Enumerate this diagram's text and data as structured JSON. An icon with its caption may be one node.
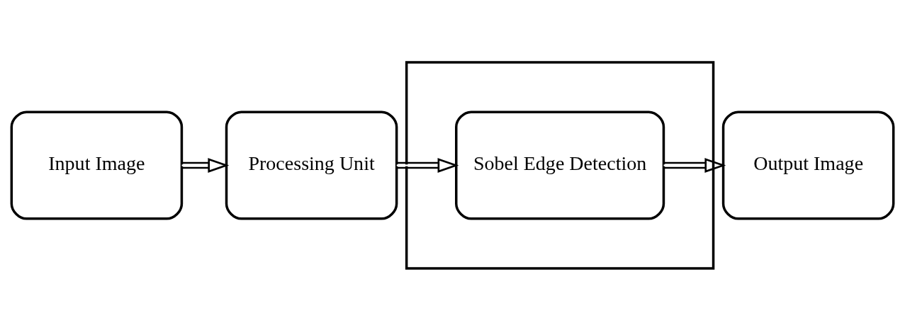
{
  "diagram": {
    "nodes": [
      {
        "text": [
          "Input Image"
        ]
      },
      {
        "text": [
          "Processing Unit"
        ]
      },
      {
        "text": [],
        "shape": "box"
      },
      {
        "text": [
          "Sobel Edge Detection"
        ],
        "in": 2
      },
      {
        "text": [
          "Output Image"
        ]
      }
    ],
    "edges": [
      {
        "from": 0,
        "to": 1,
        "arrow": "to"
      },
      {
        "from": 1,
        "to": 3,
        "arrow": "to"
      },
      {
        "from": 3,
        "to": 4,
        "arrow": "to"
      }
    ]
  }
}
